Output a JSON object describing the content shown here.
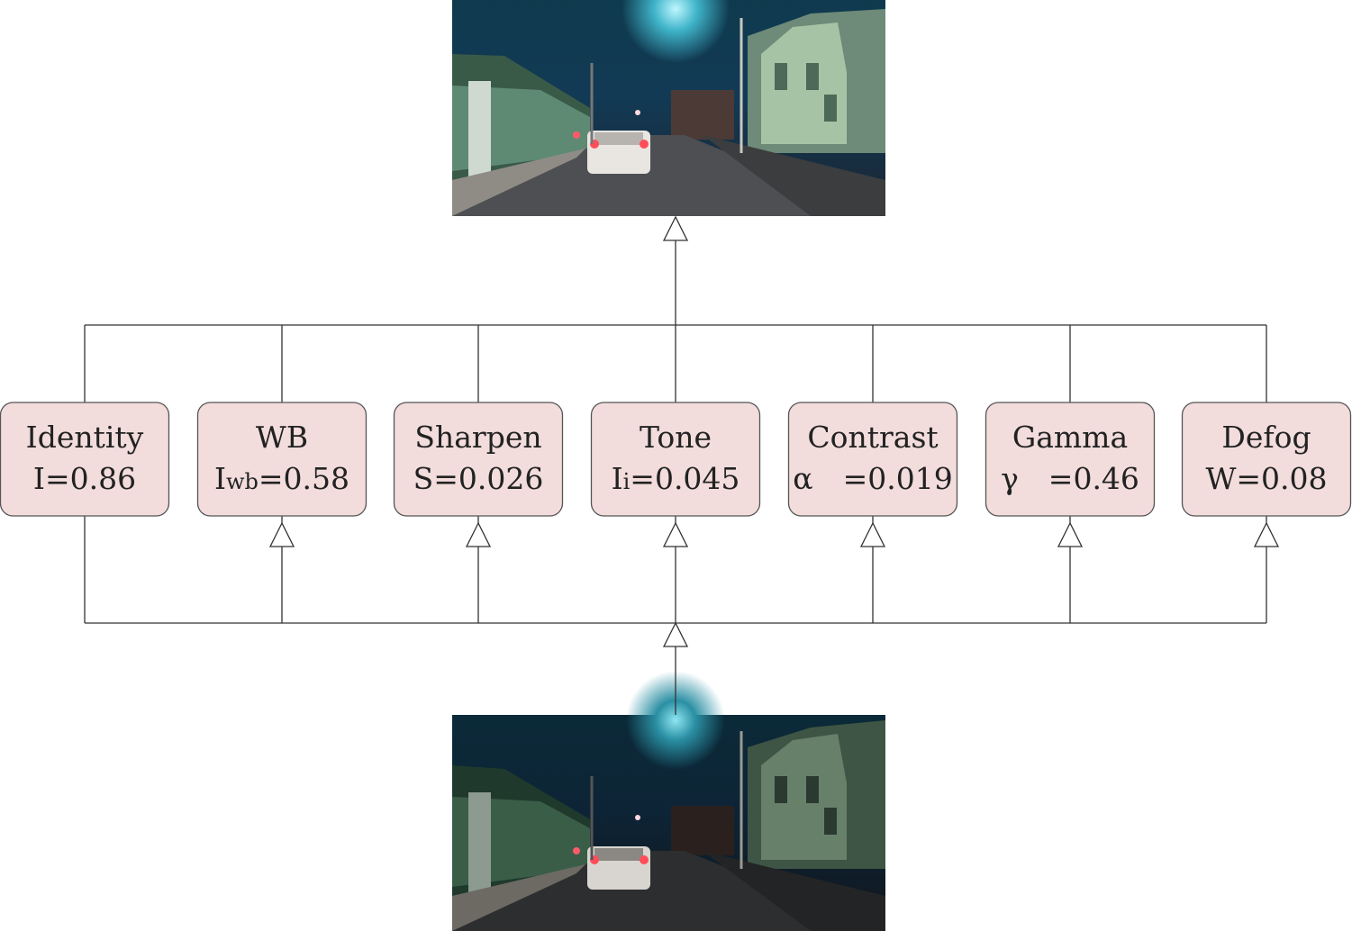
{
  "colors": {
    "box_fill": "#f2dcdc",
    "box_stroke": "#555555",
    "line": "#333333",
    "arrow_fill": "#ffffff"
  },
  "images": {
    "output": "enhanced-night-street-photo",
    "input": "dark-night-street-photo"
  },
  "filters": [
    {
      "name": "Identity",
      "param": "I",
      "sub": "",
      "value": "=0.86"
    },
    {
      "name": "WB",
      "param": "I",
      "sub": "wb",
      "value": "=0.58"
    },
    {
      "name": "Sharpen",
      "param": "S",
      "sub": "",
      "value": "=0.026"
    },
    {
      "name": "Tone",
      "param": "I",
      "sub": "i",
      "value": "=0.045"
    },
    {
      "name": "Contrast",
      "param": "α",
      "sub": "",
      "value": "=0.019"
    },
    {
      "name": "Gamma",
      "param": "γ",
      "sub": "",
      "value": "=0.46"
    },
    {
      "name": "Defog",
      "param": "W",
      "sub": "",
      "value": "=0.08"
    }
  ]
}
